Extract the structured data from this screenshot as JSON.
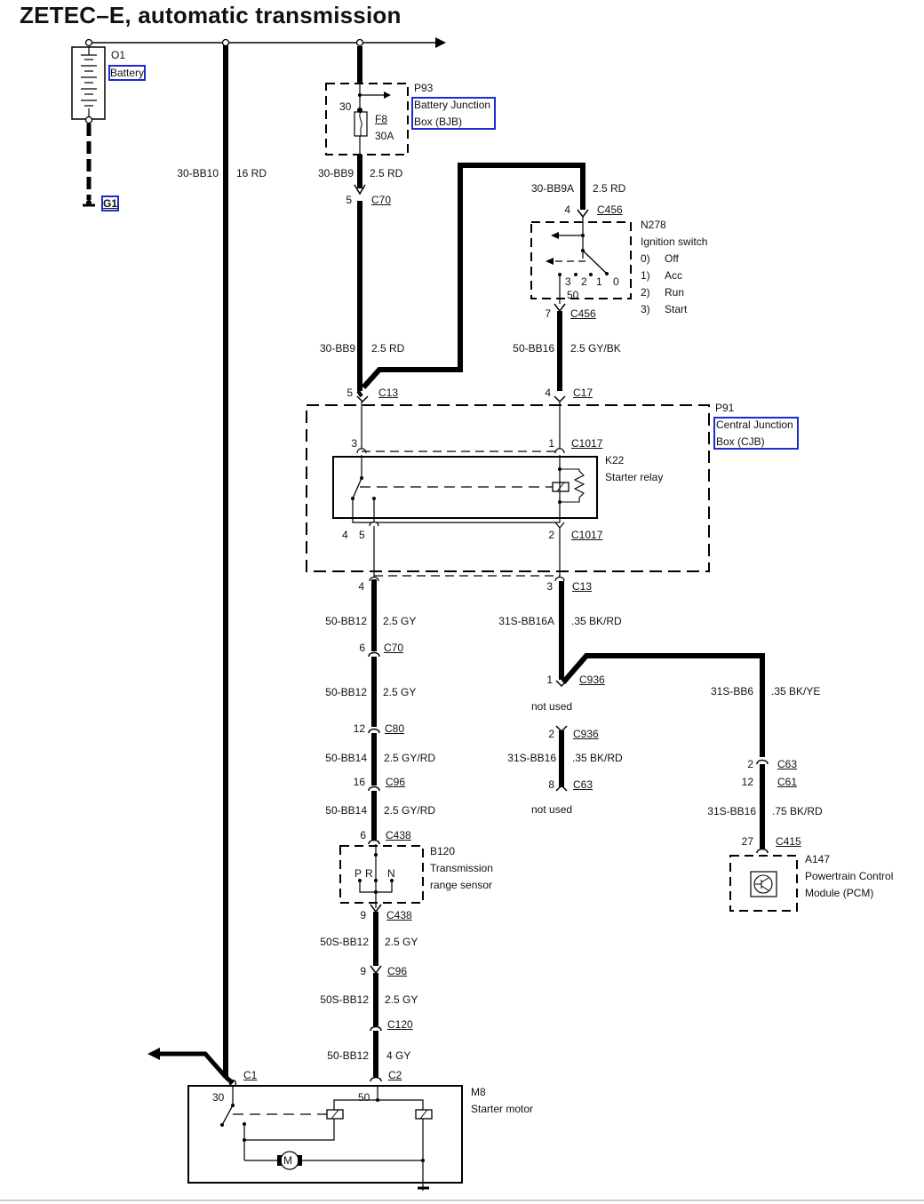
{
  "title": "ZETEC–E, automatic transmission",
  "components": {
    "battery": {
      "id": "O1",
      "name": "Battery"
    },
    "ground": {
      "id": "G1"
    },
    "bjb": {
      "id": "P93",
      "name_line1": "Battery Junction",
      "name_line2": "Box (BJB)",
      "pin": "30",
      "fuse": "F8",
      "fuse_rating": "30A"
    },
    "ignition": {
      "id": "N278",
      "name": "Ignition switch",
      "pin50": "50",
      "positions": [
        {
          "num": "0)",
          "label": "Off"
        },
        {
          "num": "1)",
          "label": "Acc"
        },
        {
          "num": "2)",
          "label": "Run"
        },
        {
          "num": "3)",
          "label": "Start"
        }
      ],
      "contacts": [
        "3",
        "2",
        "1",
        "0"
      ]
    },
    "cjb": {
      "id": "P91",
      "name_line1": "Central Junction",
      "name_line2": "Box (CJB)"
    },
    "relay": {
      "id": "K22",
      "name": "Starter relay"
    },
    "trs": {
      "id": "B120",
      "name_line1": "Transmission",
      "name_line2": "range sensor",
      "positions": [
        "P",
        "R",
        "N"
      ]
    },
    "pcm": {
      "id": "A147",
      "name_line1": "Powertrain Control",
      "name_line2": "Module (PCM)"
    },
    "starter": {
      "id": "M8",
      "name": "Starter motor",
      "pin30": "30",
      "pin50": "50",
      "motor": "M"
    }
  },
  "wires": {
    "w_30bb10": {
      "code": "30-BB10",
      "spec": "16 RD"
    },
    "w_30bb9_top": {
      "code": "30-BB9",
      "spec": "2.5 RD"
    },
    "w_30bb9a": {
      "code": "30-BB9A",
      "spec": "2.5 RD"
    },
    "w_30bb9_mid": {
      "code": "30-BB9",
      "spec": "2.5 RD"
    },
    "w_50bb16": {
      "code": "50-BB16",
      "spec": "2.5 GY/BK"
    },
    "w_50bb12_a": {
      "code": "50-BB12",
      "spec": "2.5 GY"
    },
    "w_31sbb16a": {
      "code": "31S-BB16A",
      "spec": ".35 BK/RD"
    },
    "w_50bb12_b": {
      "code": "50-BB12",
      "spec": "2.5 GY"
    },
    "w_31sbb6": {
      "code": "31S-BB6",
      "spec": ".35 BK/YE"
    },
    "w_50bb14_a": {
      "code": "50-BB14",
      "spec": "2.5 GY/RD"
    },
    "w_31sbb16_mid": {
      "code": "31S-BB16",
      "spec": ".35 BK/RD"
    },
    "w_50bb14_b": {
      "code": "50-BB14",
      "spec": "2.5 GY/RD"
    },
    "w_31sbb16_right": {
      "code": "31S-BB16",
      "spec": ".75 BK/RD"
    },
    "w_50sbb12_a": {
      "code": "50S-BB12",
      "spec": "2.5 GY"
    },
    "w_50sbb12_b": {
      "code": "50S-BB12",
      "spec": "2.5 GY"
    },
    "w_50bb12_c": {
      "code": "50-BB12",
      "spec": "4 GY"
    }
  },
  "connectors": {
    "c70_top": {
      "pin": "5",
      "name": "C70"
    },
    "c456_top": {
      "pin": "4",
      "name": "C456"
    },
    "c456_bot": {
      "pin": "7",
      "name": "C456"
    },
    "c13_left": {
      "pin": "5",
      "name": "C13"
    },
    "c17": {
      "pin": "4",
      "name": "C17"
    },
    "c1017_top_l": {
      "pin": "3"
    },
    "c1017_top_r": {
      "pin": "1",
      "name": "C1017"
    },
    "c1017_bot_l": {
      "pin4": "4",
      "pin5": "5"
    },
    "c1017_bot_r": {
      "pin": "2",
      "name": "C1017"
    },
    "c13_bot_l": {
      "pin": "4"
    },
    "c13_bot_r": {
      "pin": "3",
      "name": "C13"
    },
    "c70_mid": {
      "pin": "6",
      "name": "C70"
    },
    "c936_1": {
      "pin": "1",
      "name": "C936",
      "note": "not used"
    },
    "c80": {
      "pin": "12",
      "name": "C80"
    },
    "c936_2": {
      "pin": "2",
      "name": "C936"
    },
    "c63_8": {
      "pin": "8",
      "name": "C63",
      "note": "not used"
    },
    "c96_top": {
      "pin": "16",
      "name": "C96"
    },
    "c63_2": {
      "pin": "2",
      "name": "C63"
    },
    "c61": {
      "pin": "12",
      "name": "C61"
    },
    "c438_top": {
      "pin": "6",
      "name": "C438"
    },
    "c415": {
      "pin": "27",
      "name": "C415"
    },
    "c438_bot": {
      "pin": "9",
      "name": "C438"
    },
    "c96_bot": {
      "pin": "9",
      "name": "C96"
    },
    "c120": {
      "name": "C120"
    },
    "c1": {
      "name": "C1"
    },
    "c2": {
      "name": "C2"
    }
  },
  "highlight_color": "#1a2bd0"
}
